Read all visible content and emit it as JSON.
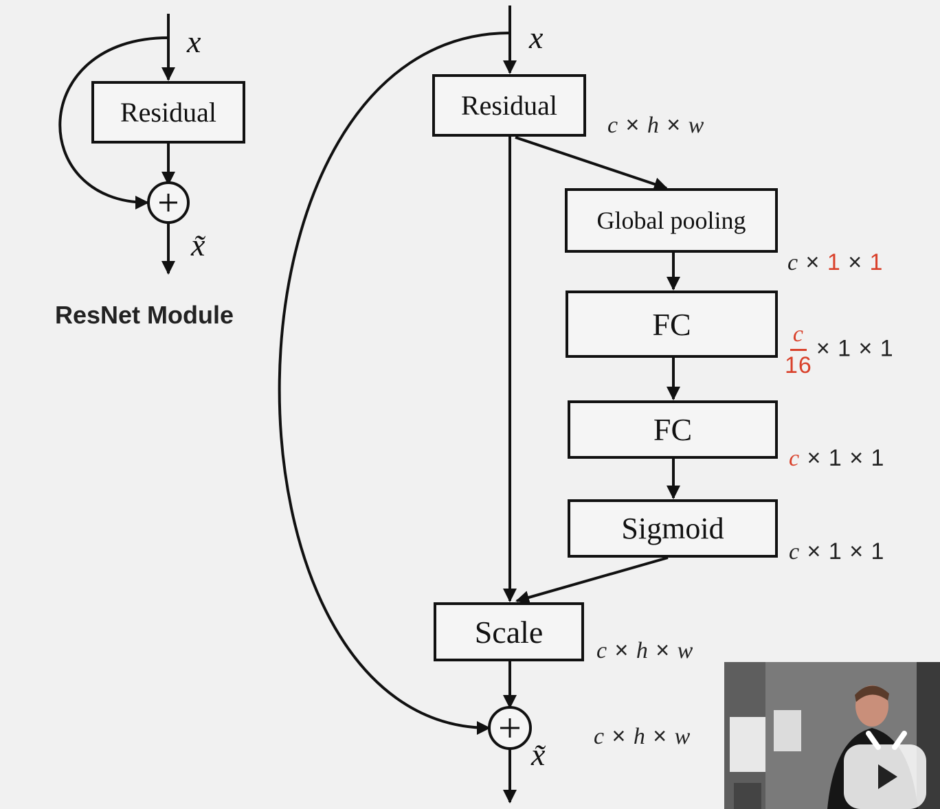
{
  "resnet": {
    "input": "x",
    "residual": "Residual",
    "plus": "+",
    "output": "x̃",
    "caption": "ResNet Module"
  },
  "se": {
    "input": "x",
    "residual": "Residual",
    "global_pooling": "Global pooling",
    "fc1": "FC",
    "fc2": "FC",
    "sigmoid": "Sigmoid",
    "scale": "Scale",
    "plus": "+",
    "output": "x̃"
  },
  "dims": {
    "residual": {
      "c": "c",
      "x1": " × ",
      "h": "h",
      "x2": " × ",
      "w": "w"
    },
    "pooling": {
      "c": "c",
      "rest_a": " × ",
      "one_a": "1",
      "rest_b": " × ",
      "one_b": "1"
    },
    "fc1": {
      "num": "c",
      "den": "16",
      "rest": "× 1 × 1"
    },
    "fc2": {
      "c": "c",
      "rest": " × 1 × 1"
    },
    "sigmoid": {
      "c": "c",
      "rest": " × 1 × 1"
    },
    "scale": {
      "c": "c",
      "x1": " × ",
      "h": "h",
      "x2": " × ",
      "w": "w"
    },
    "sum": {
      "c": "c",
      "x1": " × ",
      "h": "h",
      "x2": " × ",
      "w": "w"
    }
  },
  "colors": {
    "highlight": "#d9412b",
    "line": "#111111"
  },
  "video": {
    "play_icon": "play-icon",
    "logo_icon": "bilibili-tv-icon"
  }
}
